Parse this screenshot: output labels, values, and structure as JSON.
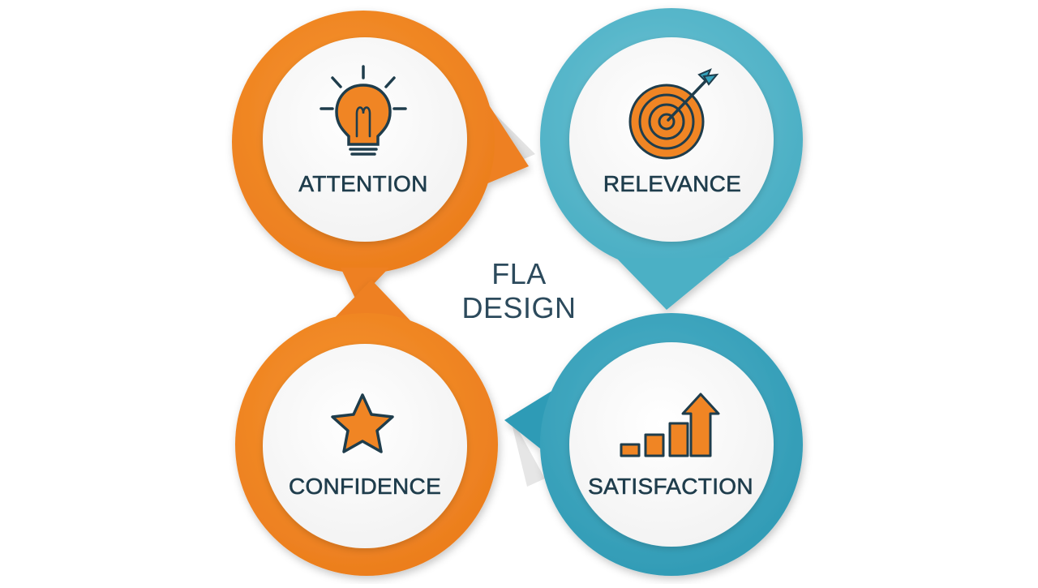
{
  "center": {
    "line1": "FLA",
    "line2": "DESIGN"
  },
  "stages": [
    {
      "label": "ATTENTION",
      "icon": "lightbulb-icon",
      "ring_color": "#f08524"
    },
    {
      "label": "RELEVANCE",
      "icon": "target-icon",
      "ring_color": "#52b4c8"
    },
    {
      "label": "CONFIDENCE",
      "icon": "star-icon",
      "ring_color": "#f08524"
    },
    {
      "label": "SATISFACTION",
      "icon": "rising-bars-icon",
      "ring_color": "#35a3bd"
    }
  ],
  "colors": {
    "orange": "#f08524",
    "teal": "#52b4c8",
    "teal_dark": "#35a3bd",
    "text": "#1f3d4c",
    "icon_stroke": "#1f3d4c"
  }
}
